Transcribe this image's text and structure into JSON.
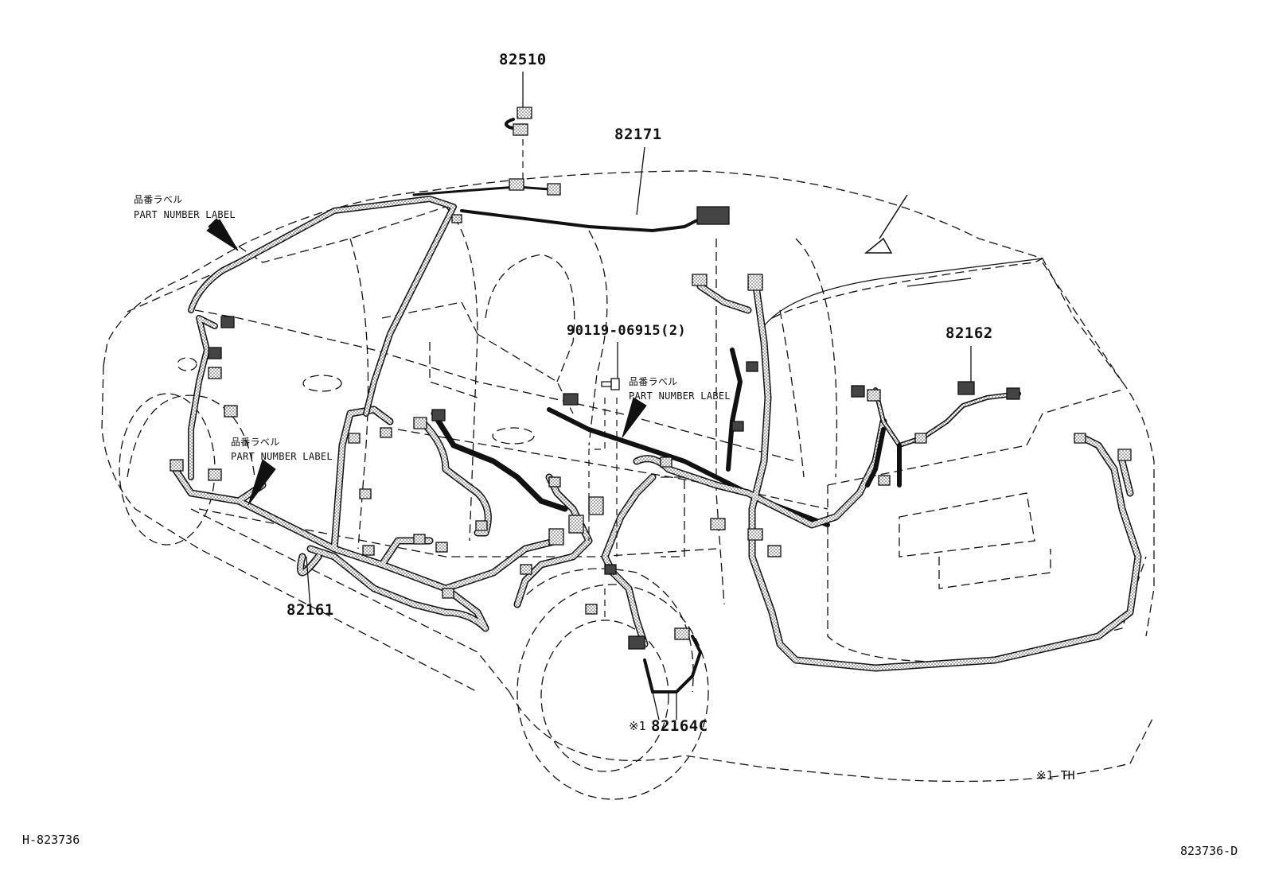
{
  "parts": {
    "p82510": "82510",
    "p82171": "82171",
    "p82162": "82162",
    "p82161": "82161",
    "p82164c": "82164C",
    "bolt": "90119-06915(2)",
    "ref_mark": "※1"
  },
  "labels": {
    "label_jp": "品番ラベル",
    "label_en": "PART NUMBER LABEL"
  },
  "notes": {
    "footnote": "※1  TH"
  },
  "codes": {
    "left": "H-823736",
    "right": "823736-D"
  },
  "colors": {
    "line": "#111111",
    "harness_fill": "#d9d9d9",
    "background": "#ffffff"
  }
}
